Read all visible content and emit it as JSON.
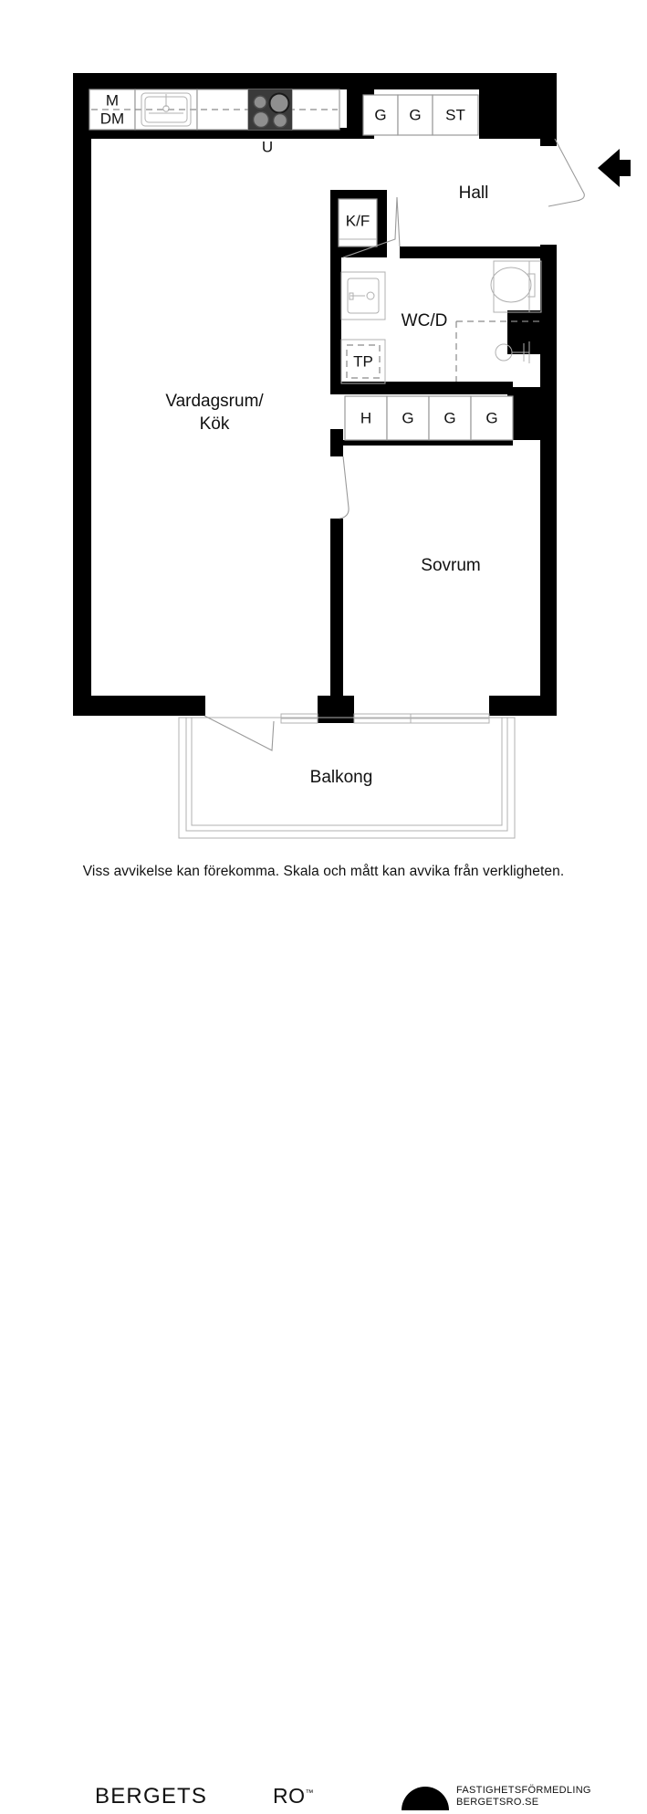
{
  "document": {
    "type": "floor-plan",
    "disclaimer": "Viss avvikelse kan förekomma. Skala och mått kan avvika från verkligheten."
  },
  "rooms": [
    {
      "key": "vardagsrum_kok",
      "line1": "Vardagsrum/",
      "line2": "Kök"
    },
    {
      "key": "hall",
      "label": "Hall"
    },
    {
      "key": "wc_d",
      "label": "WC/D"
    },
    {
      "key": "sovrum",
      "label": "Sovrum"
    },
    {
      "key": "balkong",
      "label": "Balkong"
    }
  ],
  "room_labels": {
    "living_kitchen_line1": "Vardagsrum/",
    "living_kitchen_line2": "Kök",
    "hall": "Hall",
    "bathroom": "WC/D",
    "bedroom": "Sovrum",
    "balcony": "Balkong"
  },
  "fixtures": {
    "microwave": "M",
    "dishwasher": "DM",
    "oven": "U",
    "fridge_freezer": "K/F",
    "laundry_basket": "TP",
    "shelf": "H"
  },
  "kitchen_cabinets": [
    {
      "label": "G"
    },
    {
      "label": "G"
    },
    {
      "label": "ST"
    }
  ],
  "hall_cabinets": [
    {
      "label": "H"
    },
    {
      "label": "G"
    },
    {
      "label": "G"
    },
    {
      "label": "G"
    }
  ],
  "icons": {
    "entrance_arrow": "entrance-arrow-icon",
    "sink": "kitchen-sink-icon",
    "hob": "cooktop-icon",
    "toilet": "toilet-icon",
    "washbasin": "washbasin-icon",
    "shower": "shower-icon"
  },
  "branding": {
    "name": "BERGETS",
    "suffix": "RO",
    "trademark": "™",
    "agency_line1": "FASTIGHETSFÖRMEDLING",
    "agency_line2": "BERGETSRO.SE"
  },
  "colors": {
    "wall": "#000000",
    "background": "#ffffff",
    "thin_line": "#b0b0b0",
    "hob_background": "#3a3a3a",
    "text": "#111111"
  }
}
